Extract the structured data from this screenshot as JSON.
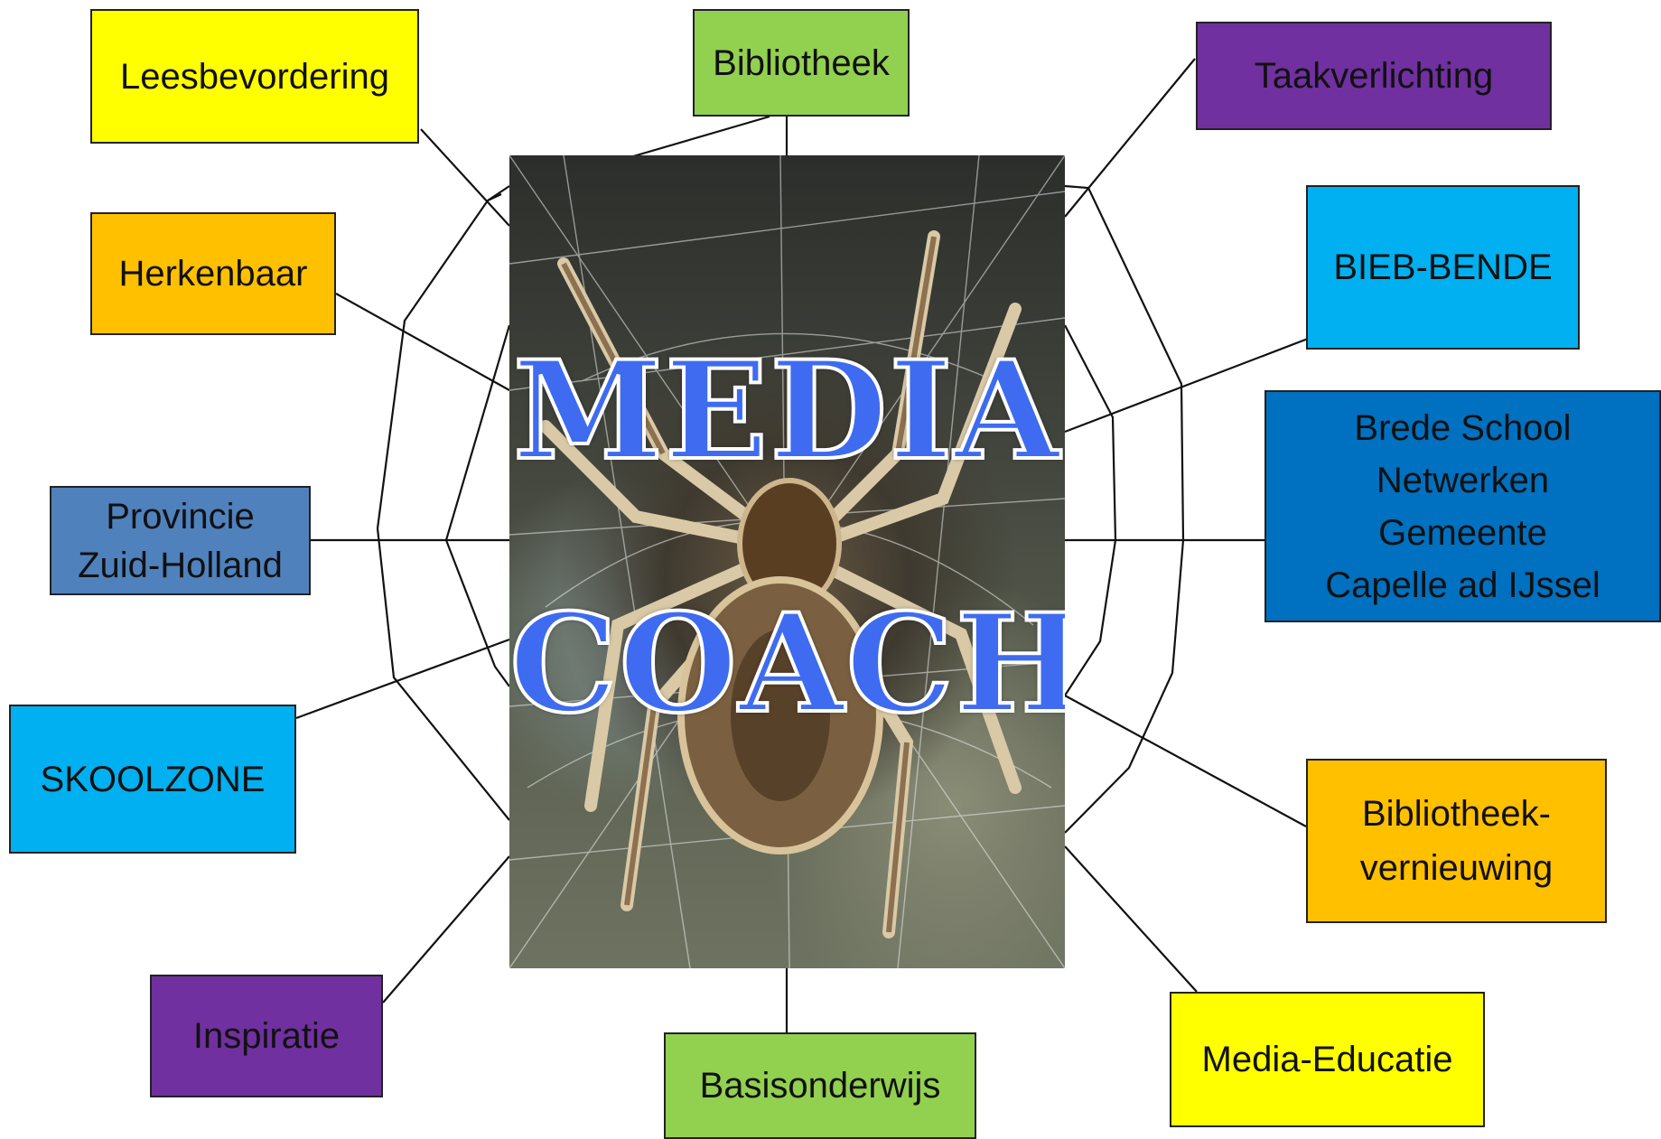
{
  "center": {
    "title_line1": "MEDIA",
    "title_line2": "COACH",
    "image": "spider-on-web-photo"
  },
  "nodes": {
    "leesbevordering": {
      "label": "Leesbevordering",
      "color": "#ffff00"
    },
    "bibliotheek": {
      "label": "Bibliotheek",
      "color": "#92d050"
    },
    "taakverlichting": {
      "label": "Taakverlichting",
      "color": "#7030a0"
    },
    "herkenbaar": {
      "label": "Herkenbaar",
      "color": "#ffc000"
    },
    "bieb_bende": {
      "label": "BIEB-BENDE",
      "color": "#00b0f0"
    },
    "brede_school": {
      "label": "Brede School\nNetwerken\nGemeente\nCapelle ad IJssel",
      "color": "#0070c0"
    },
    "provincie": {
      "label": "Provincie\nZuid-Holland",
      "color": "#4f81bd"
    },
    "skoolzone": {
      "label": "SKOOLZONE",
      "color": "#00b0f0"
    },
    "bibliotheekvernieuwing": {
      "label": "Bibliotheek-\nvernieuwing",
      "color": "#ffc000"
    },
    "inspiratie": {
      "label": "Inspiratie",
      "color": "#7030a0"
    },
    "basisonderwijs": {
      "label": "Basisonderwijs",
      "color": "#92d050"
    },
    "media_educatie": {
      "label": "Media-Educatie",
      "color": "#ffff00"
    }
  }
}
